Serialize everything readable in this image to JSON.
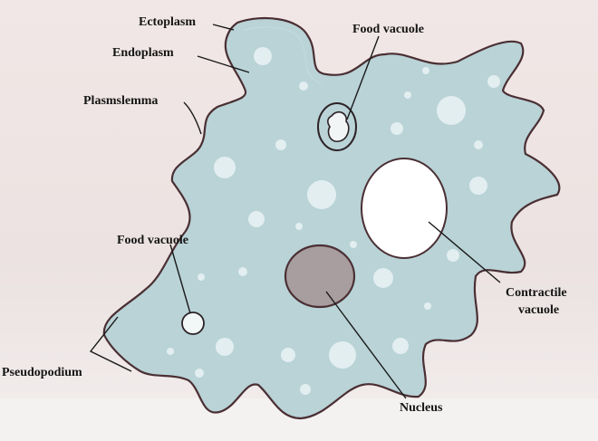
{
  "labels": {
    "ectoplasm": "Ectoplasm",
    "endoplasm": "Endoplasm",
    "plasmalemma": "Plasmslemma",
    "food_vacuole_top": "Food vacuole",
    "food_vacuole_left": "Food vacuole",
    "contractile_line1": "Contractile",
    "contractile_line2": "vacuole",
    "pseudopodium": "Pseudopodium",
    "nucleus": "Nucleus"
  },
  "colors": {
    "cytoplasm": "#b9d3d7",
    "membrane": "#4a2f33",
    "vacuole_spots": "#e2eef0",
    "contractile_vacuole": "#ffffff",
    "nucleus": "#a89d9f",
    "background": "#ece3e2"
  }
}
